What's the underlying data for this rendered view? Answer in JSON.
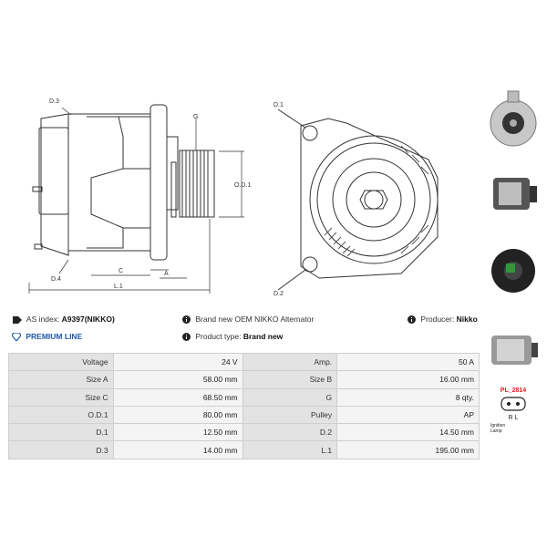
{
  "drawing": {
    "labels": {
      "d3": "D.3",
      "d4": "D.4",
      "g": "G",
      "od1": "O.D.1",
      "c": "C",
      "a": "A",
      "l1": "L.1",
      "d1": "D.1",
      "d2": "D.2"
    }
  },
  "info": {
    "as_index_label": "AS index:",
    "as_index_value": "A9397(NIKKO)",
    "description": "Brand new OEM NIKKO Alternator",
    "producer_label": "Producer:",
    "producer_value": "Nikko",
    "premium_line": "PREMIUM LINE",
    "product_type_label": "Product type:",
    "product_type_value": "Brand new"
  },
  "specs": [
    {
      "left_label": "Voltage",
      "left_value": "24 V",
      "right_label": "Amp.",
      "right_value": "50 A"
    },
    {
      "left_label": "Size A",
      "left_value": "58.00 mm",
      "right_label": "Size B",
      "right_value": "16.00 mm"
    },
    {
      "left_label": "Size C",
      "left_value": "68.50 mm",
      "right_label": "G",
      "right_value": "8 qty."
    },
    {
      "left_label": "O.D.1",
      "left_value": "80.00 mm",
      "right_label": "Pulley",
      "right_value": "AP"
    },
    {
      "left_label": "D.1",
      "left_value": "12.50 mm",
      "right_label": "D.2",
      "right_value": "14.50 mm"
    },
    {
      "left_label": "D.3",
      "left_value": "14.00 mm",
      "right_label": "L.1",
      "right_value": "195.00 mm"
    }
  ],
  "plug": {
    "code": "PL_2814",
    "terminals": "R L",
    "legend_1": "Ignition",
    "legend_2": "Lamp"
  },
  "colors": {
    "accent": "#1f5aa6",
    "plug_code": "#dd2222",
    "table_label_bg": "#e3e3e3",
    "table_value_bg": "#f4f4f4"
  },
  "icons": {
    "tag": "tag-icon",
    "info": "info-icon",
    "diamond": "diamond-icon"
  }
}
